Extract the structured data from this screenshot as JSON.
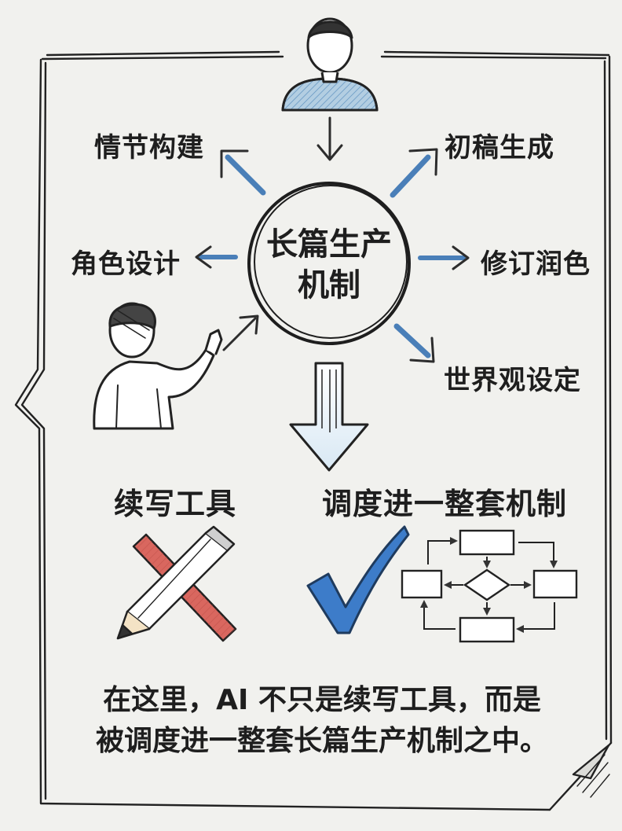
{
  "diagram": {
    "center_line1": "长篇生产",
    "center_line2": "机制",
    "nodes": {
      "plot": "情节构建",
      "draft": "初稿生成",
      "character": "角色设计",
      "revision": "修订润色",
      "worldbuilding": "世界观设定"
    },
    "wrong_label": "续写工具",
    "right_label": "调度进一整套机制",
    "caption_line1": "在这里，AI 不只是续写工具，而是",
    "caption_line2": "被调度进一整套长篇生产机制之中。"
  },
  "colors": {
    "arrow_blue": "#4a7fb8",
    "check_blue": "#3d7cc9",
    "cross_red": "#d9675f",
    "shirt_blue": "#7fb0d8",
    "ink": "#1e1e1e"
  },
  "icons": [
    "person-icon",
    "pointing-person-icon",
    "down-arrow-icon",
    "cross-icon",
    "pencil-icon",
    "check-icon",
    "flowchart-icon"
  ]
}
